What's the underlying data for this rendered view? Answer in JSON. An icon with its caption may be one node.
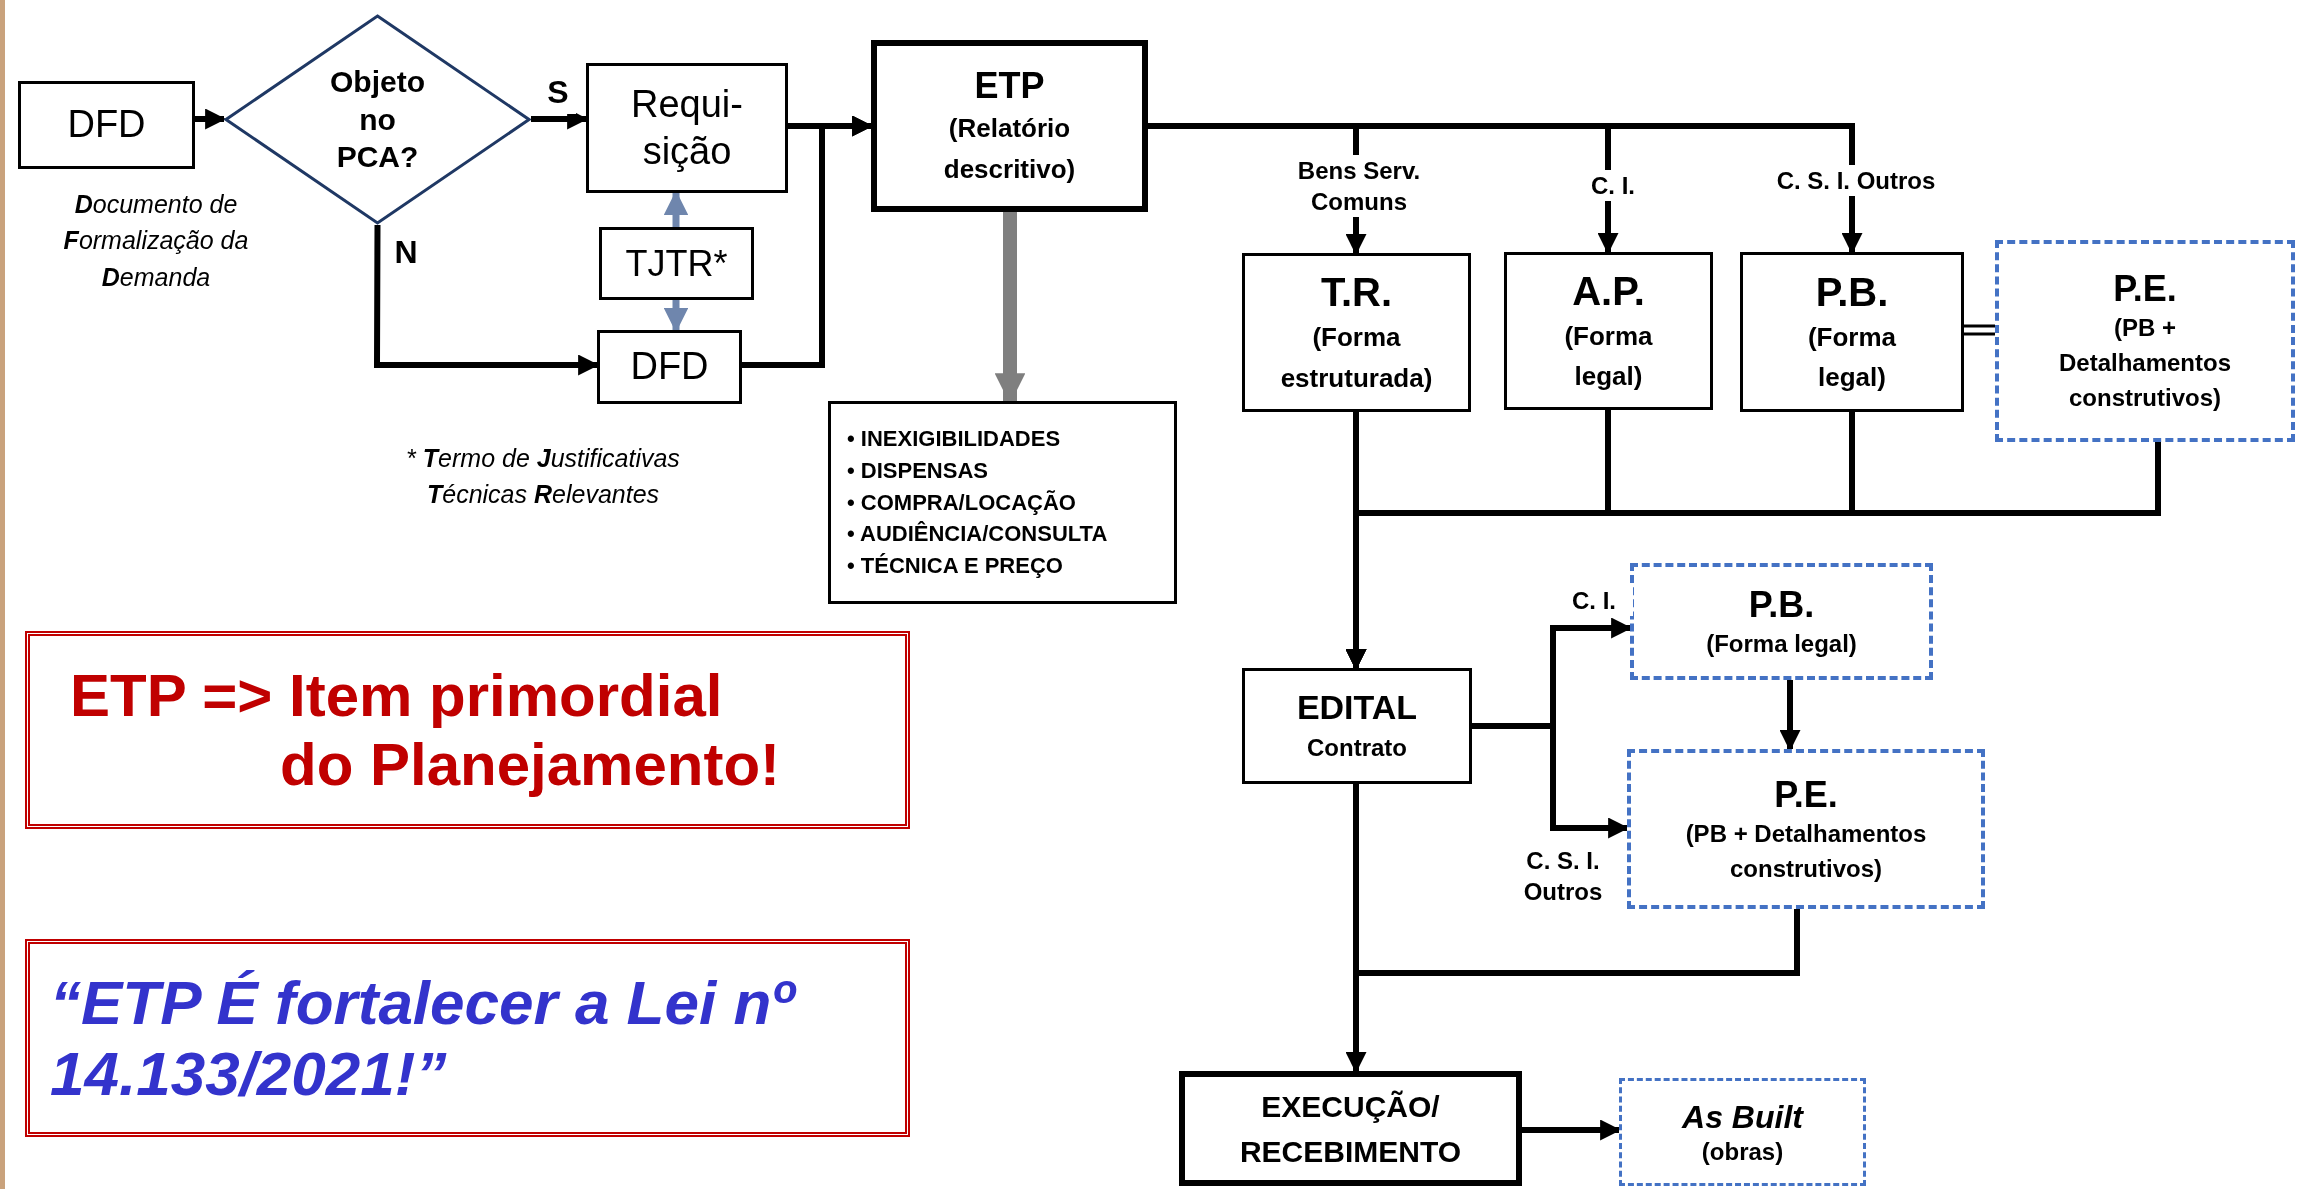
{
  "diagram": {
    "nodes": [
      {
        "text": [
          "DFD"
        ]
      },
      {
        "text": [
          "Objeto no PCA?"
        ]
      },
      {
        "text": [
          "Requi- sição"
        ]
      },
      {
        "text": [
          "TJTR*"
        ]
      },
      {
        "text": [
          "DFD"
        ]
      },
      {
        "text": [
          "ETP",
          "(Relatório descritivo)"
        ]
      },
      {
        "text": [
          "• INEXIGIBILIDADES",
          "• DISPENSAS",
          "• COMPRA/LOCAÇÃO",
          "• AUDIÊNCIA/CONSULTA",
          "• TÉCNICA E PREÇO"
        ]
      },
      {
        "text": [
          "T.R.",
          "(Forma estruturada)"
        ]
      },
      {
        "text": [
          "A.P.",
          "(Forma legal)"
        ]
      },
      {
        "text": [
          "P.B.",
          "(Forma legal)"
        ]
      },
      {
        "text": [
          "P.E.",
          "(PB + Detalhamentos construtivos)"
        ]
      },
      {
        "text": [
          "EDITAL",
          "Contrato"
        ]
      },
      {
        "text": [
          "P.B.",
          "(Forma legal)"
        ]
      },
      {
        "text": [
          "P.E.",
          "(PB + Detalhamentos construtivos)"
        ]
      },
      {
        "text": [
          "EXECUÇÃO/ RECEBIMENTO"
        ]
      },
      {
        "text": [
          "As Built",
          "(obras)"
        ]
      },
      {
        "text": [
          "ETP => Item primordial do Planejamento!"
        ]
      },
      {
        "text": [
          "“ETP É fortalecer a Lei nº 14.133/2021!”"
        ]
      }
    ],
    "edges": [
      {
        "from": 0,
        "to": 1,
        "arrow": "to"
      },
      {
        "from": 1,
        "to": 2,
        "arrow": "to",
        "label": "S"
      },
      {
        "from": 1,
        "to": 4,
        "arrow": "to",
        "label": "N"
      },
      {
        "from": 3,
        "to": 2,
        "arrow": "to",
        "color": "#6f86ad"
      },
      {
        "from": 3,
        "to": 4,
        "arrow": "to",
        "color": "#6f86ad"
      },
      {
        "from": 2,
        "to": 5,
        "arrow": "to"
      },
      {
        "from": 4,
        "to": 5,
        "arrow": "to"
      },
      {
        "from": 5,
        "to": 6,
        "arrow": "to",
        "style": "thick",
        "color": "#7f7f7f"
      },
      {
        "from": 5,
        "to": 7,
        "arrow": "to",
        "label": "Bens Serv. Comuns"
      },
      {
        "from": 5,
        "to": 8,
        "arrow": "to",
        "label": "C. I."
      },
      {
        "from": 5,
        "to": 9,
        "arrow": "to",
        "label": "C. S. I. Outros"
      },
      {
        "from": 9,
        "to": 10,
        "arrow": "none"
      },
      {
        "from": 7,
        "to": 11,
        "arrow": "to"
      },
      {
        "from": 8,
        "to": 11,
        "arrow": "to"
      },
      {
        "from": 9,
        "to": 11,
        "arrow": "to"
      },
      {
        "from": 10,
        "to": 11,
        "arrow": "to"
      },
      {
        "from": 11,
        "to": 12,
        "arrow": "to",
        "label": "C. I."
      },
      {
        "from": 11,
        "to": 13,
        "arrow": "to",
        "label": "C. S. I. Outros"
      },
      {
        "from": 12,
        "to": 13,
        "arrow": "to"
      },
      {
        "from": 13,
        "to": 14,
        "arrow": "to"
      },
      {
        "from": 11,
        "to": 14,
        "arrow": "none"
      },
      {
        "from": 14,
        "to": 15,
        "arrow": "to"
      }
    ],
    "labels": [
      "**D**ocumento de **F**ormalização da **D**emanda",
      "* **T**ermo de **J**ustificativas **T**écnicas **R**elevantes"
    ]
  }
}
